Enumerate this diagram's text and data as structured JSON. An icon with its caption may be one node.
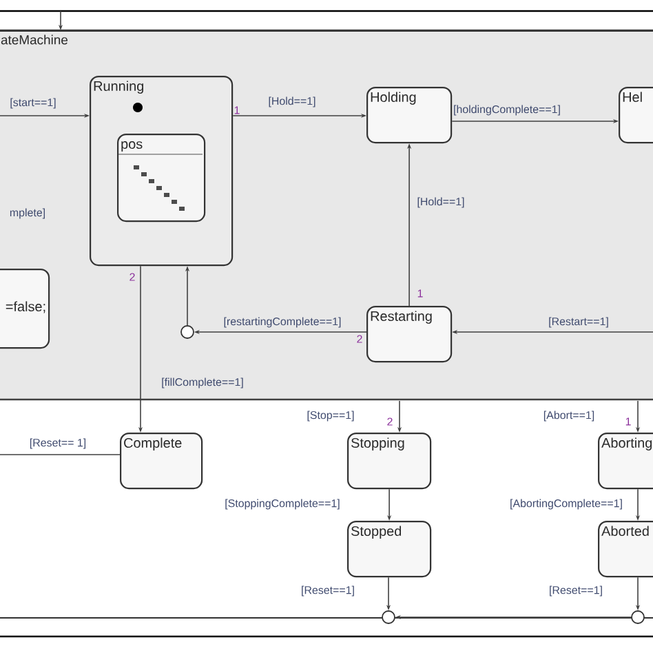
{
  "diagram": {
    "nodes": [
      {
        "text": [
          "ateMachine"
        ]
      },
      {
        "text": [
          "Running"
        ],
        "in": 0
      },
      {
        "text": [],
        "shape": "dot",
        "in": 1
      },
      {
        "text": [
          "pos"
        ],
        "in": 1
      },
      {
        "text": [
          "Holding"
        ],
        "in": 0
      },
      {
        "text": [
          "Hel"
        ],
        "in": 0
      },
      {
        "text": [
          "=false;"
        ],
        "in": 0
      },
      {
        "text": [
          "Restarting"
        ],
        "in": 0
      },
      {
        "text": [],
        "shape": "circle",
        "in": 0
      },
      {
        "text": [
          "Complete"
        ],
        "in": 0
      },
      {
        "text": [
          "Stopping"
        ],
        "in": 0
      },
      {
        "text": [
          "Stopped"
        ],
        "in": 0
      },
      {
        "text": [
          "Aborting"
        ],
        "in": 0
      },
      {
        "text": [
          "Aborted"
        ],
        "in": 0
      },
      {
        "text": [],
        "shape": "circle"
      },
      {
        "text": [],
        "shape": "circle"
      }
    ],
    "edges": [
      {
        "from": null,
        "to": 1,
        "arrow": "to",
        "label": "[start==1]"
      },
      {
        "from": 1,
        "to": 4,
        "arrow": "to",
        "label": "[Hold==1]"
      },
      {
        "from": 4,
        "to": 5,
        "arrow": "to",
        "label": "[holdingComplete==1]"
      },
      {
        "from": 7,
        "to": 4,
        "arrow": "to",
        "label": "[Hold==1]"
      },
      {
        "from": null,
        "to": 7,
        "arrow": "to",
        "label": "[Restart==1]"
      },
      {
        "from": 7,
        "to": 8,
        "arrow": "to",
        "label": "[restartingComplete==1]"
      },
      {
        "from": 8,
        "to": 1,
        "arrow": "to"
      },
      {
        "from": 1,
        "to": 9,
        "arrow": "to",
        "label": "[fillComplete==1]"
      },
      {
        "from": 9,
        "to": null,
        "arrow": "none",
        "label": "[Reset== 1]"
      },
      {
        "from": null,
        "to": 10,
        "arrow": "to",
        "label": "[Stop==1]"
      },
      {
        "from": 10,
        "to": 11,
        "arrow": "to",
        "label": "[StoppingComplete==1]"
      },
      {
        "from": 11,
        "to": 14,
        "arrow": "to",
        "label": "[Reset==1]"
      },
      {
        "from": null,
        "to": 12,
        "arrow": "to",
        "label": "[Abort==1]"
      },
      {
        "from": 12,
        "to": 13,
        "arrow": "to",
        "label": "[AbortingComplete==1]"
      },
      {
        "from": 13,
        "to": 15,
        "arrow": "to",
        "label": "[Reset==1]"
      },
      {
        "from": 15,
        "to": 14,
        "arrow": "to"
      },
      {
        "from": null,
        "to": 0,
        "arrow": "to"
      }
    ],
    "labels": [
      "mplete]",
      "1",
      "2",
      "1",
      "2",
      "2",
      "1"
    ]
  }
}
